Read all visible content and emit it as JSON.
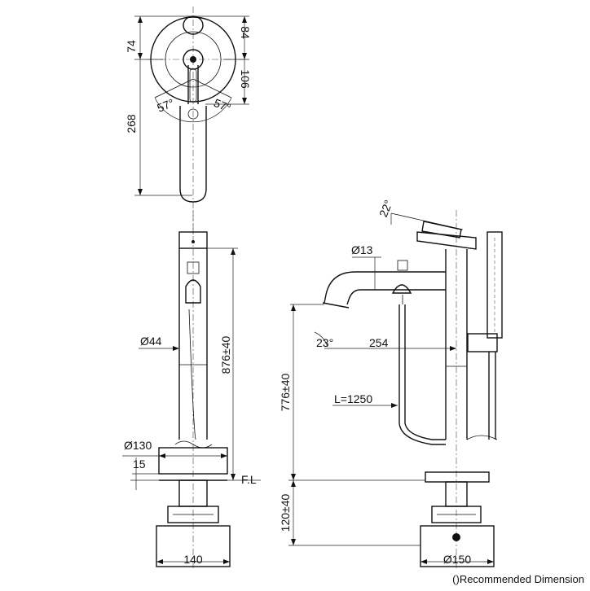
{
  "dimensions": {
    "top_h_front": "74",
    "top_h_back": "84",
    "top_h_lever": "106",
    "top_h_total": "268",
    "angle_left": "57°",
    "angle_right": "57°",
    "body_diameter": "Ø44",
    "column_height": "876±40",
    "base_diameter": "Ø130",
    "base_thickness": "15",
    "floor_level": "F.L",
    "base_width": "140",
    "lever_angle": "22°",
    "spout_diameter": "Ø13",
    "spout_angle": "23°",
    "spout_reach": "254",
    "hose_length": "L=1250",
    "side_height": "776±40",
    "below_floor": "120±40",
    "mount_diameter": "Ø150"
  },
  "footer": {
    "note": "()Recommended Dimension"
  }
}
